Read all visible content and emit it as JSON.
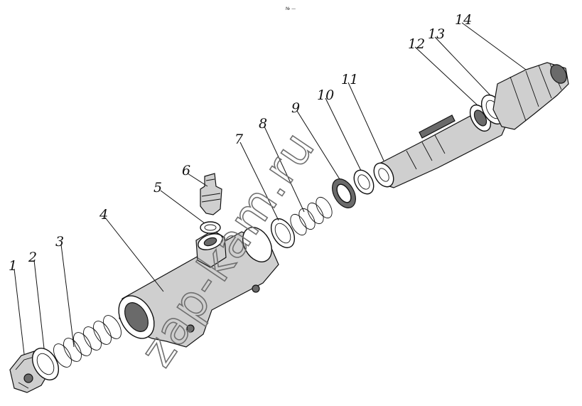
{
  "figure": {
    "top_note": "№ —",
    "watermark": "zap-kam.ru"
  },
  "callouts": [
    "1",
    "2",
    "3",
    "4",
    "5",
    "6",
    "7",
    "8",
    "9",
    "10",
    "11",
    "12",
    "13",
    "14"
  ],
  "colors": {
    "ink": "#111111",
    "shade": "#cfcfcf",
    "dark": "#6a6a6a",
    "watermark": "#6f6f6f"
  }
}
